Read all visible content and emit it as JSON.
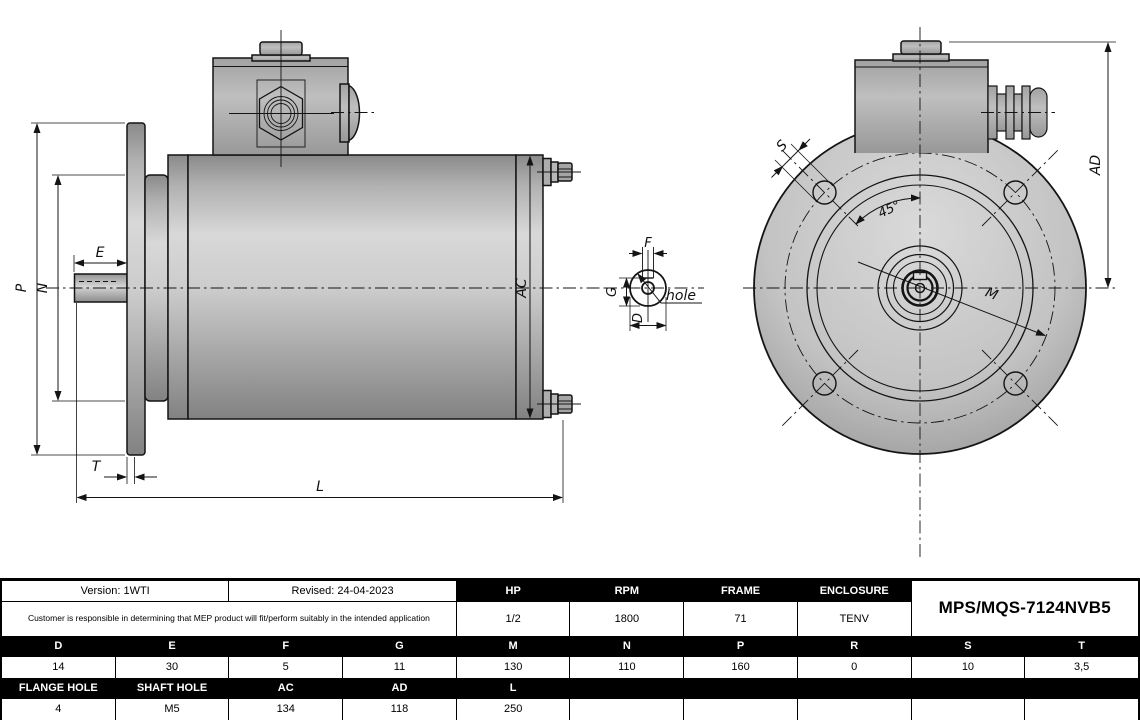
{
  "drawing": {
    "side": {
      "p": "P",
      "n": "N",
      "e": "E",
      "t": "T",
      "l": "L",
      "ac": "AC"
    },
    "detail": {
      "f": "F",
      "g": "G",
      "d": "D",
      "hole": "hole"
    },
    "front": {
      "s": "S",
      "angle": "45°",
      "m": "M",
      "ad": "AD"
    }
  },
  "table": {
    "version": "Version: 1WTI",
    "revised": "Revised: 24-04-2023",
    "disclaimer": "Customer is responsible in determining that MEP product will fit/perform suitably in the intended application",
    "model": "MPS/MQS-7124NVB5",
    "spec_headers": [
      "HP",
      "RPM",
      "FRAME",
      "ENCLOSURE"
    ],
    "spec_values": [
      "1/2",
      "1800",
      "71",
      "TENV"
    ],
    "dim_headers": [
      "D",
      "E",
      "F",
      "G",
      "M",
      "N",
      "P",
      "R",
      "S",
      "T"
    ],
    "dim_values": [
      "14",
      "30",
      "5",
      "11",
      "130",
      "110",
      "160",
      "0",
      "10",
      "3,5"
    ],
    "dim2_headers": [
      "FLANGE HOLE",
      "SHAFT HOLE",
      "AC",
      "AD",
      "L"
    ],
    "dim2_values": [
      "4",
      "M5",
      "134",
      "118",
      "250",
      "",
      "",
      "",
      "",
      ""
    ]
  },
  "colors": {
    "line": "#141414",
    "metal_light": "#d6d6d6",
    "metal_dark": "#868686",
    "header_bg": "#000000",
    "header_fg": "#ffffff"
  }
}
